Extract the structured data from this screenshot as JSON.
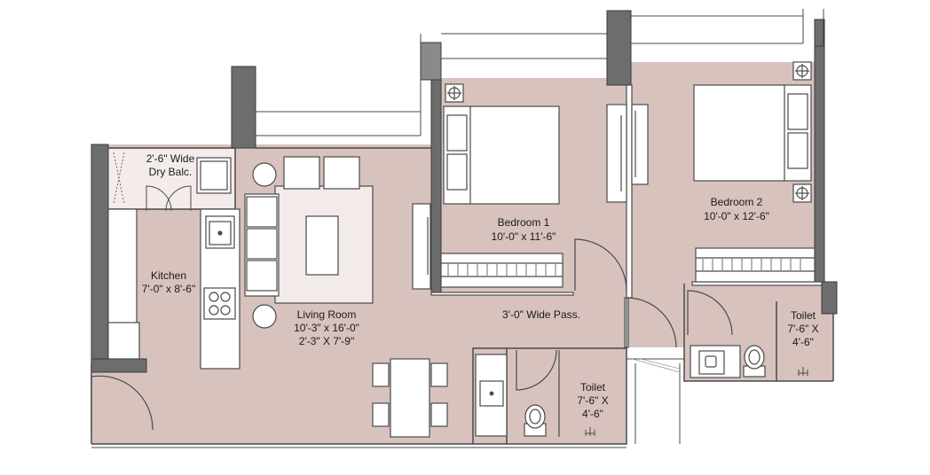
{
  "colors": {
    "floor": "#d7c2bd",
    "wall": "#6d6d6d",
    "outline": "#4a4a4a",
    "fixture": "#ffffff",
    "rug": "#f2ebe9"
  },
  "rooms": {
    "dry_balcony": {
      "name": "2'-6\" Wide",
      "size": "Dry Balc."
    },
    "kitchen": {
      "name": "Kitchen",
      "size": "7'-0\" x 8'-6\""
    },
    "living_room": {
      "name": "Living Room",
      "size": "10'-3\" x 16'-0\"",
      "extra": "2'-3\" X 7'-9\""
    },
    "bedroom1": {
      "name": "Bedroom 1",
      "size": "10'-0\" x 11'-6\""
    },
    "bedroom2": {
      "name": "Bedroom 2",
      "size": "10'-0\" x 12'-6\""
    },
    "passage": {
      "name": "3'-0\" Wide Pass."
    },
    "toilet1": {
      "name": "Toilet",
      "size1": "7'-6\" X",
      "size2": "4'-6\""
    },
    "toilet2": {
      "name": "Toilet",
      "size1": "7'-6\" X",
      "size2": "4'-6\""
    }
  }
}
